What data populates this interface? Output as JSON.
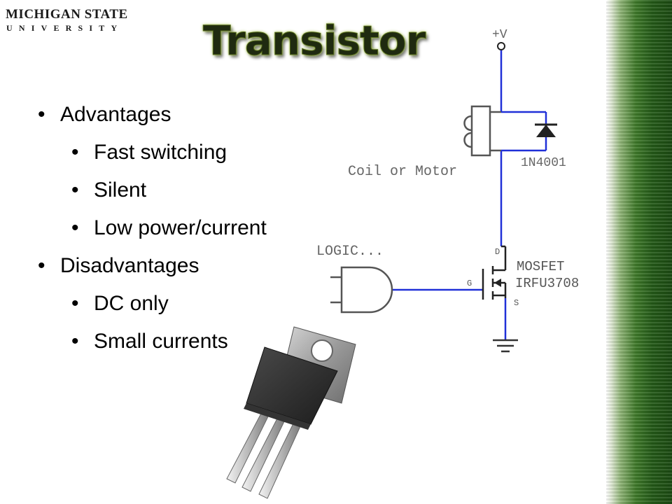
{
  "slide": {
    "logo": {
      "line1": "MICHIGAN STATE",
      "line2": "UNIVERSITY"
    },
    "title": "Transistor",
    "bullets": {
      "advantages": {
        "heading": "Advantages",
        "items": [
          "Fast switching",
          "Silent",
          "Low power/current"
        ]
      },
      "disadvantages": {
        "heading": "Disadvantages",
        "items": [
          "DC only",
          "Small currents"
        ]
      },
      "bullet_char": "•"
    },
    "schematic": {
      "supply_label": "+V",
      "coil_label": "Coil or Motor",
      "diode_label": "1N4001",
      "logic_label": "LOGIC...",
      "drain_label": "D",
      "gate_label": "G",
      "source_label": "S",
      "mosfet_label1": "MOSFET",
      "mosfet_label2": "IRFU3708",
      "wire_color": "#2030d8"
    },
    "image": {
      "icon": "to220-transistor-photo"
    },
    "colors": {
      "green_strip": "#245a18",
      "title_fill": "#1f2a10"
    }
  }
}
